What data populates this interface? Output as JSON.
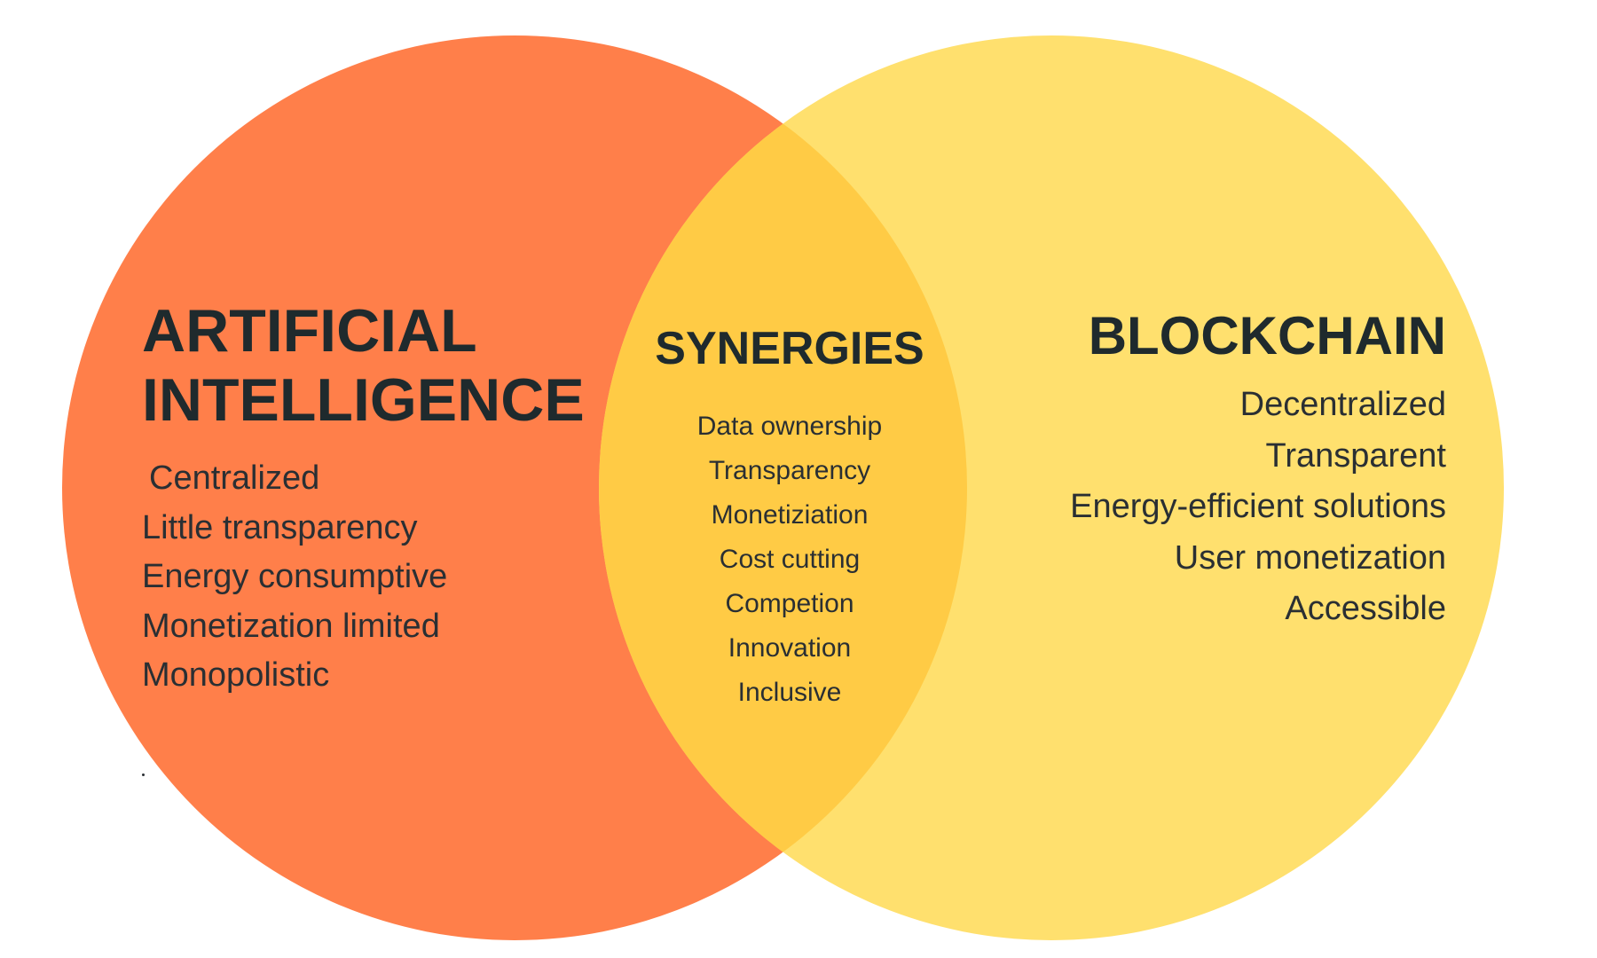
{
  "left_circle": {
    "title_line1": "ARTIFICIAL",
    "title_line2": "INTELLIGENCE",
    "items": [
      "Centralized",
      "Little transparency",
      "Energy consumptive",
      "Monetization limited",
      "Monopolistic"
    ]
  },
  "overlap": {
    "title": "SYNERGIES",
    "items": [
      "Data ownership",
      "Transparency",
      "Monetiziation",
      "Cost cutting",
      "Competion",
      "Innovation",
      "Inclusive"
    ]
  },
  "right_circle": {
    "title": "BLOCKCHAIN",
    "items": [
      "Decentralized",
      "Transparent",
      "Energy-efficient solutions",
      "User monetization",
      "Accessible"
    ]
  },
  "colors": {
    "left_circle": "#FF7F4A",
    "right_circle": "#FFE06E",
    "overlap": "#FFCB45",
    "text": "#1F2A2D"
  }
}
